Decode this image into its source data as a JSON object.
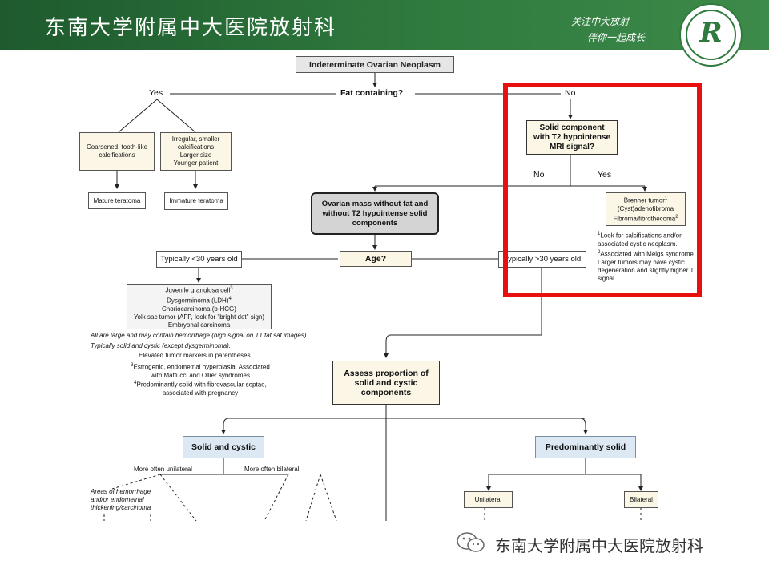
{
  "header": {
    "title": "东南大学附属中大医院放射科",
    "slogan_line1": "关注中大放射",
    "slogan_line2": "伴你一起成长"
  },
  "watermark": "东南大学附属中大医院放射科",
  "flowchart": {
    "top": "Indeterminate Ovarian Neoplasm",
    "q_fat": "Fat containing?",
    "yes": "Yes",
    "no": "No",
    "coarse": "Coarsened, tooth-like calcifications",
    "irregular": [
      "Irregular, smaller",
      "calcifications",
      "Larger size",
      "Younger patient"
    ],
    "mature": "Mature teratoma",
    "immature": "Immature teratoma",
    "q_solid": [
      "Solid component",
      "with T2 hypointense",
      "MRI signal?"
    ],
    "no2": "No",
    "yes2": "Yes",
    "brenner": [
      "Brenner tumor",
      "(Cyst)adenofibroma",
      "Fibroma/fibrothecoma"
    ],
    "sup1": "1",
    "sup2": "2",
    "fn_b1": [
      "Look for calcifications and/or",
      "associated cystic neoplasm."
    ],
    "fn_b2": [
      "Associated with Meigs syndrome",
      "Larger tumors may have cystic",
      "degeneration and slightly higher T2",
      "signal."
    ],
    "ovarian_mass": [
      "Ovarian mass without fat and",
      "without T2 hypointense solid",
      "components"
    ],
    "age": "Age?",
    "under30": "Typically <30 years old",
    "over30": "Typically >30 years old",
    "young_list": [
      "Juvenile granulosa cell",
      "Dysgerminoma (LDH)",
      "Choriocarcinoma (b-HCG)",
      "Yolk sac tumor (AFP, look for \"bright dot\" sign)",
      "Embryonal carcinoma"
    ],
    "sup3": "3",
    "sup4": "4",
    "young_notes_it": [
      "All are large and may contain hemorrhage (high signal on T1 fat sat images).",
      "Typically solid and cystic (except dysgerminoma)."
    ],
    "young_note3": "Elevated tumor markers in parentheses.",
    "young_fn3": [
      "Estrogenic, endometrial hyperplasia. Associated",
      "with Maffucci and Ollier syndromes"
    ],
    "young_fn4": [
      "Predominantly solid with fibrovascular septae,",
      "associated with pregnancy"
    ],
    "assess": [
      "Assess proportion of",
      "solid and cystic",
      "components"
    ],
    "solid_cystic": "Solid and cystic",
    "pred_solid": "Predominantly solid",
    "more_uni": "More often unilateral",
    "more_bi": "More often bilateral",
    "hemorrhage_note": [
      "Areas of hemorrhage",
      "and/or endometrial",
      "thickening/carcinoma"
    ],
    "unilateral": "Unilateral",
    "bilateral": "Bilateral"
  },
  "colors": {
    "header_green": "#2f7a3e",
    "highlight_red": "#e8100e",
    "box_fill": "#fbf6e6",
    "blue_fill": "#dce9f4"
  }
}
